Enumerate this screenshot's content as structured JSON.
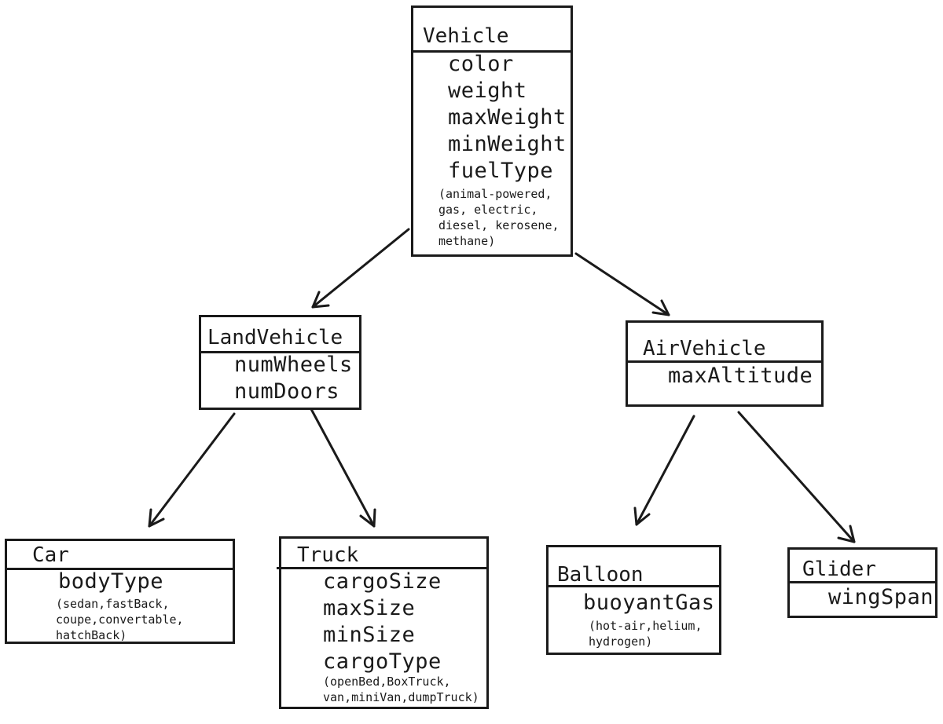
{
  "vehicle": {
    "name": "Vehicle",
    "attributes": [
      "color",
      "weight",
      "maxWeight",
      "minWeight",
      "fuelType"
    ],
    "note": "(animal-powered,\ngas, electric,\ndiesel, kerosene,\nmethane)"
  },
  "land_vehicle": {
    "name": "LandVehicle",
    "attributes": [
      "numWheels",
      "numDoors"
    ]
  },
  "air_vehicle": {
    "name": "AirVehicle",
    "attributes": [
      "maxAltitude"
    ]
  },
  "car": {
    "name": "Car",
    "attributes": [
      "bodyType"
    ],
    "note": "(sedan,fastBack,\ncoupe,convertable,\nhatchBack)"
  },
  "truck": {
    "name": "Truck",
    "attributes": [
      "cargoSize",
      "maxSize",
      "minSize",
      "cargoType"
    ],
    "note": "(openBed,BoxTruck,\nvan,miniVan,dumpTruck)"
  },
  "balloon": {
    "name": "Balloon",
    "attributes": [
      "buoyantGas"
    ],
    "note": "(hot-air,helium,\nhydrogen)"
  },
  "glider": {
    "name": "Glider",
    "attributes": [
      "wingSpan"
    ]
  },
  "arrows": [
    {
      "from": "Vehicle",
      "to": "LandVehicle"
    },
    {
      "from": "Vehicle",
      "to": "AirVehicle"
    },
    {
      "from": "LandVehicle",
      "to": "Car"
    },
    {
      "from": "LandVehicle",
      "to": "Truck"
    },
    {
      "from": "AirVehicle",
      "to": "Balloon"
    },
    {
      "from": "AirVehicle",
      "to": "Glider"
    }
  ]
}
